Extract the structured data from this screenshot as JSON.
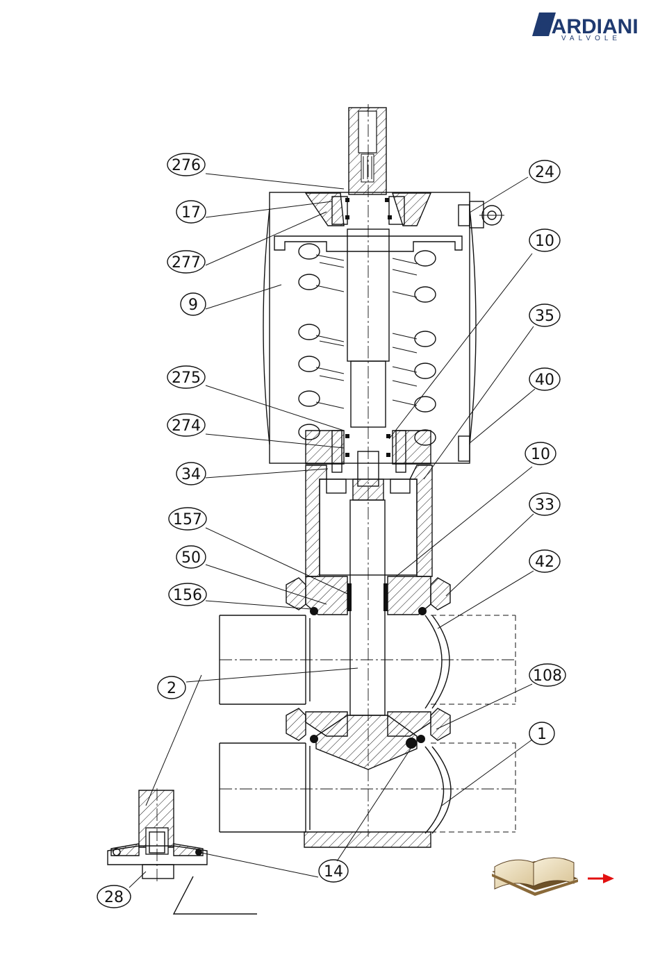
{
  "logo": {
    "brand": "BARDIANI",
    "sub": "VALVOLE"
  },
  "part_labels": [
    "276",
    "17",
    "277",
    "9",
    "275",
    "274",
    "34",
    "157",
    "50",
    "156",
    "2",
    "28",
    "24",
    "10",
    "35",
    "40",
    "10",
    "33",
    "42",
    "108",
    "1",
    "14"
  ],
  "nav": {
    "book_icon": "book-icon",
    "arrow_icon": "next-arrow-icon",
    "arrow_color": "#e21010"
  },
  "colors": {
    "brand": "#1f3a70",
    "book_cover": "#8a6a3a",
    "book_pages": "#f3e9cf"
  }
}
